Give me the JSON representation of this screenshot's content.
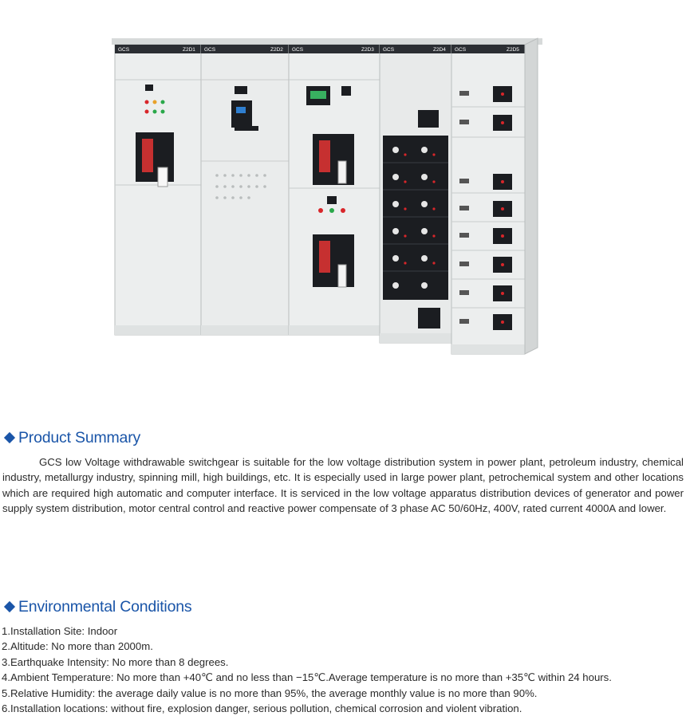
{
  "product_image": {
    "cabinet_labels": [
      {
        "series": "GCS",
        "code": "Z2D1"
      },
      {
        "series": "GCS",
        "code": "Z2D2"
      },
      {
        "series": "GCS",
        "code": "Z2D3"
      },
      {
        "series": "GCS",
        "code": "Z2D4"
      },
      {
        "series": "GCS",
        "code": "Z2D5"
      }
    ],
    "colors": {
      "cabinet_body": "#eceeee",
      "cabinet_edge": "#b9bdbd",
      "label_strip": "#2b2e33",
      "module_dark": "#1b1d21",
      "indicator_red": "#d8262a",
      "indicator_green": "#2aa84a",
      "display_blue": "#2f7fd0"
    }
  },
  "summary": {
    "title": "Product Summary",
    "body": "GCS low Voltage withdrawable switchgear is suitable for the low voltage distribution system in power plant, petroleum industry, chemical industry, metallurgy industry, spinning mill, high buildings, etc. It is especially used in large power plant, petrochemical system and other locations which are required high automatic and computer interface. It is serviced in the low voltage apparatus distribution devices of generator and power supply system distribution, motor central control and reactive power compensate of 3 phase AC 50/60Hz, 400V, rated current 4000A and lower."
  },
  "environment": {
    "title": "Environmental Conditions",
    "items": [
      "1.Installation Site: Indoor",
      "2.Altitude: No more than 2000m.",
      "3.Earthquake Intensity: No more than 8 degrees.",
      "4.Ambient Temperature: No more than +40℃ and no less than −15℃.Average temperature is no more than +35℃ within 24 hours.",
      "5.Relative Humidity: the average daily value is no more than 95%, the average monthly value is no more than 90%.",
      "6.Installation locations: without fire, explosion danger, serious pollution, chemical corrosion and violent vibration."
    ]
  },
  "accent_color": "#1a55a8"
}
